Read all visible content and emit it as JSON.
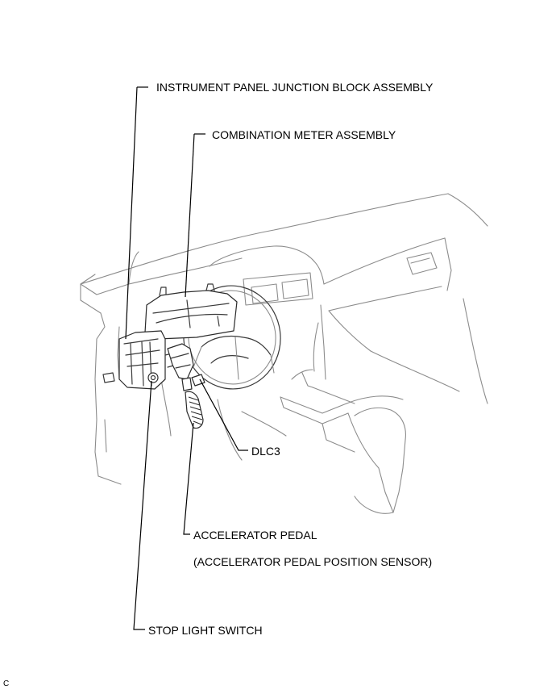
{
  "callouts": {
    "junction_block": "INSTRUMENT PANEL JUNCTION BLOCK ASSEMBLY",
    "combination_meter": "COMBINATION METER ASSEMBLY",
    "dlc3": "DLC3",
    "accelerator_pedal": "ACCELERATOR PEDAL",
    "accelerator_pedal_sensor": "(ACCELERATOR PEDAL POSITION SENSOR)",
    "stop_light_switch": "STOP LIGHT SWITCH"
  },
  "figure_id": "C",
  "colors": {
    "line": "#000000",
    "outline": "#8c8c8c",
    "part": "#2a2a2a",
    "background": "#ffffff"
  }
}
